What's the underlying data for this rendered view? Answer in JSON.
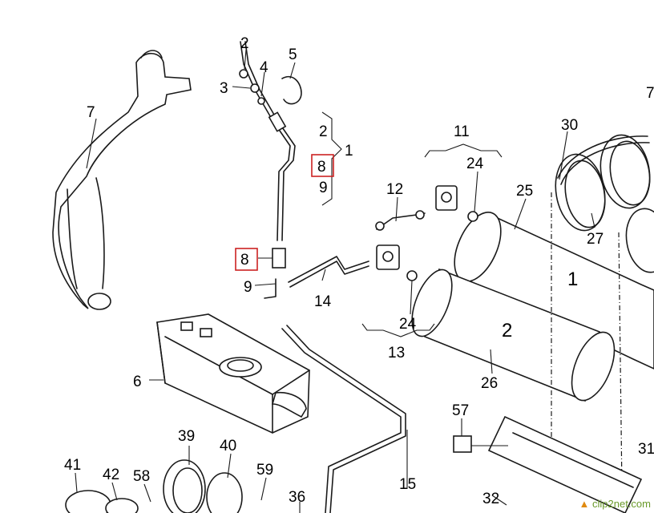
{
  "labels": [
    "1",
    "2",
    "3",
    "4",
    "5",
    "6",
    "7",
    "8",
    "9",
    "11",
    "12",
    "13",
    "14",
    "15",
    "24",
    "25",
    "26",
    "27",
    "30",
    "32",
    "36",
    "39",
    "40",
    "41",
    "42",
    "57",
    "58",
    "59"
  ],
  "bracket_labels": {
    "upper_2": "2",
    "upper_1": "1",
    "upper_8": "8",
    "upper_9": "9",
    "lower_8": "8",
    "lower_9": "9",
    "right_7": "7",
    "right_31": "31",
    "left_24": "24",
    "lower_24": "24"
  },
  "tank_labels": {
    "tank1": "1",
    "tank2": "2"
  },
  "watermark": {
    "text": "clip2net.com"
  }
}
